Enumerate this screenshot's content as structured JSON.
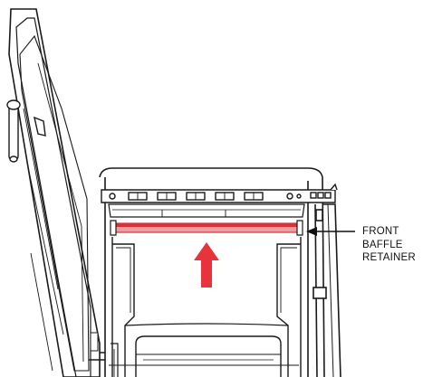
{
  "callout": {
    "lines": [
      "FRONT",
      "BAFFLE",
      "RETAINER"
    ]
  },
  "colors": {
    "line": "#1a1a1a",
    "highlight": "#d9313a",
    "highlight_fill": "#e8a0a4",
    "arrow": "#e8323c"
  },
  "icons": {
    "up_arrow": "red-up-arrow-icon",
    "leader_arrow": "black-left-arrow-icon"
  }
}
